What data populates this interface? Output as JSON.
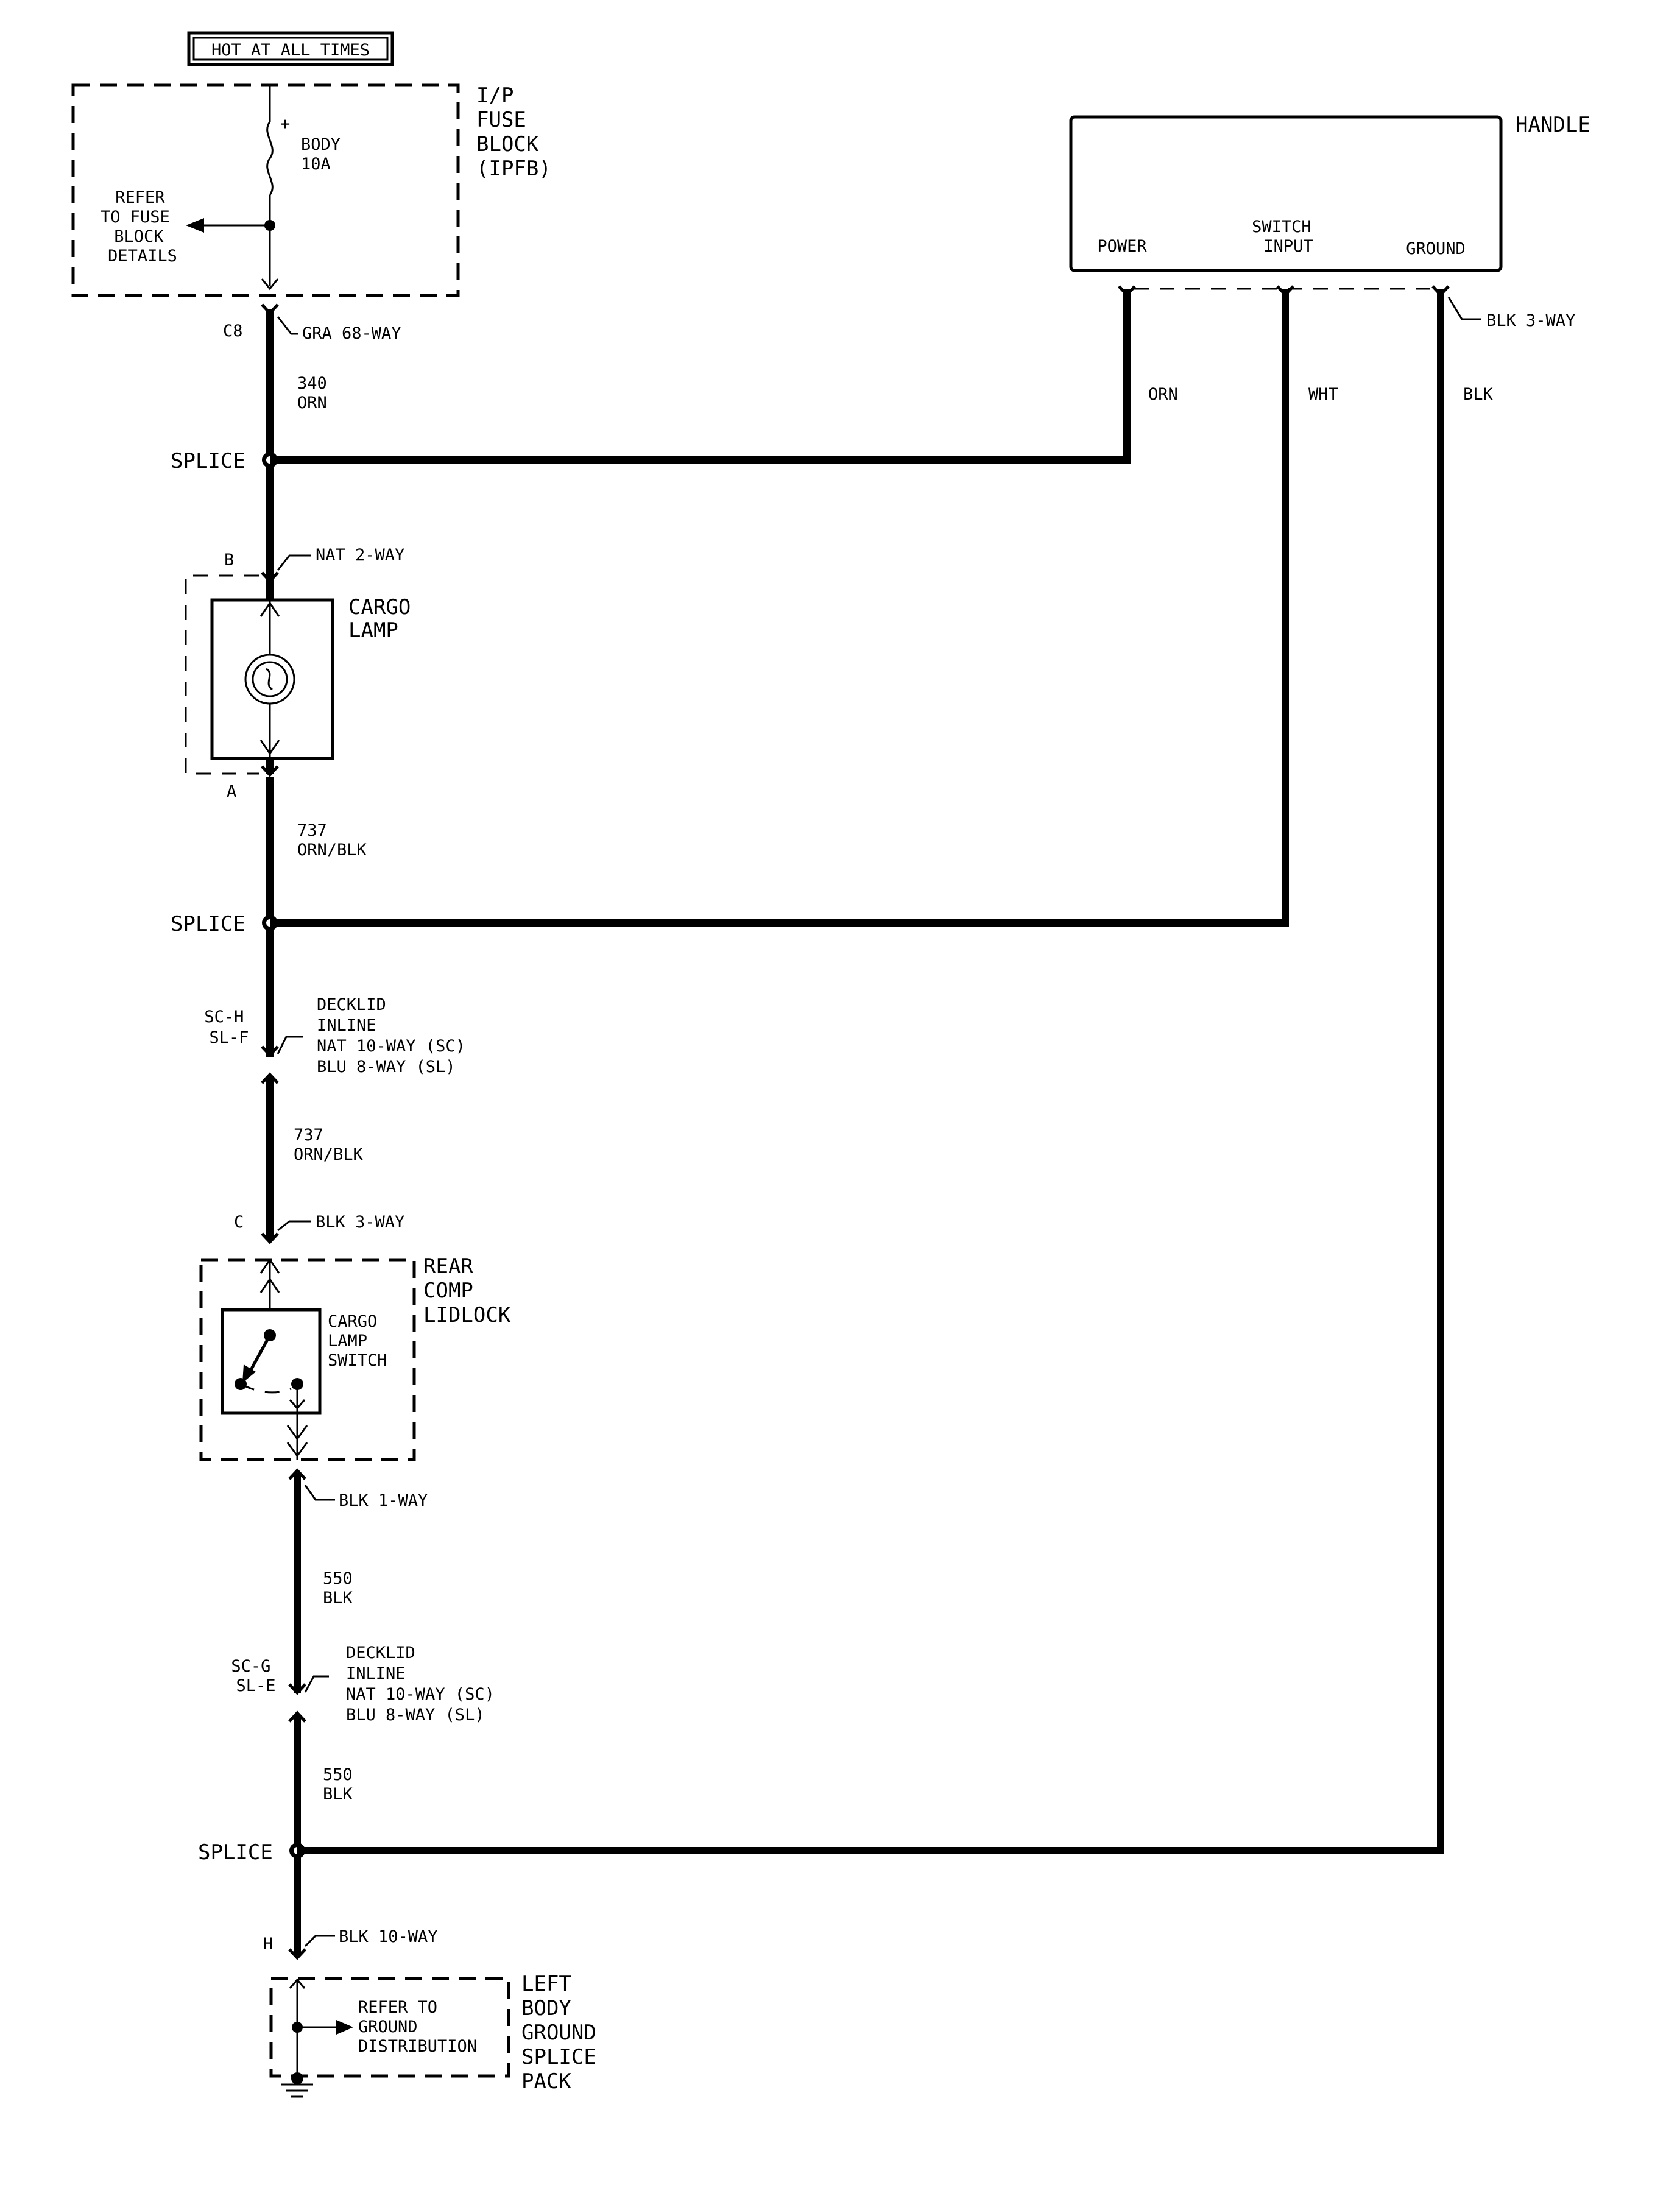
{
  "header": {
    "power_note": "HOT AT ALL TIMES"
  },
  "fuse_block": {
    "name_lines": [
      "I/P",
      "FUSE",
      "BLOCK",
      "(IPFB)"
    ],
    "fuse_label_lines": [
      "BODY",
      "10A"
    ],
    "fuse_polarity": "+",
    "refer_lines": [
      "REFER",
      "TO FUSE",
      "BLOCK",
      "DETAILS"
    ]
  },
  "connectors": {
    "c8": {
      "pin": "C8",
      "desc": "GRA 68-WAY"
    },
    "cargo_lamp_top": {
      "pin": "B",
      "desc": "NAT 2-WAY"
    },
    "cargo_lamp_bottom": {
      "pin": "A"
    },
    "decklid_upper": {
      "pin_lines": [
        "SC-H",
        "SL-F"
      ],
      "desc_lines": [
        "DECKLID",
        "INLINE",
        "NAT 10-WAY (SC)",
        "BLU 8-WAY (SL)"
      ]
    },
    "lidlock_top": {
      "pin": "C",
      "desc": "BLK 3-WAY"
    },
    "lidlock_bottom": {
      "desc": "BLK 1-WAY"
    },
    "decklid_lower": {
      "pin_lines": [
        "SC-G",
        "SL-E"
      ],
      "desc_lines": [
        "DECKLID",
        "INLINE",
        "NAT 10-WAY (SC)",
        "BLU 8-WAY (SL)"
      ]
    },
    "ground_pack": {
      "pin": "H",
      "desc": "BLK 10-WAY"
    },
    "handle": {
      "desc": "BLK 3-WAY"
    }
  },
  "wires": {
    "w340": [
      "340",
      "ORN"
    ],
    "w737_upper": [
      "737",
      "ORN/BLK"
    ],
    "w737_lower": [
      "737",
      "ORN/BLK"
    ],
    "w550_upper": [
      "550",
      "BLK"
    ],
    "w550_lower": [
      "550",
      "BLK"
    ],
    "handle_power_color": "ORN",
    "handle_switch_color": "WHT",
    "handle_ground_color": "BLK"
  },
  "splices": [
    "SPLICE",
    "SPLICE",
    "SPLICE"
  ],
  "components": {
    "cargo_lamp": [
      "CARGO",
      "LAMP"
    ],
    "rear_comp_lidlock": [
      "REAR",
      "COMP",
      "LIDLOCK"
    ],
    "cargo_lamp_switch": [
      "CARGO",
      "LAMP",
      "SWITCH"
    ],
    "handle": {
      "name": "HANDLE",
      "pin_power": "POWER",
      "pin_switch_lines": [
        "SWITCH",
        "INPUT"
      ],
      "pin_ground": "GROUND"
    },
    "ground_pack": {
      "name_lines": [
        "LEFT",
        "BODY",
        "GROUND",
        "SPLICE",
        "PACK"
      ],
      "refer_lines": [
        "REFER TO",
        "GROUND",
        "DISTRIBUTION"
      ]
    }
  }
}
